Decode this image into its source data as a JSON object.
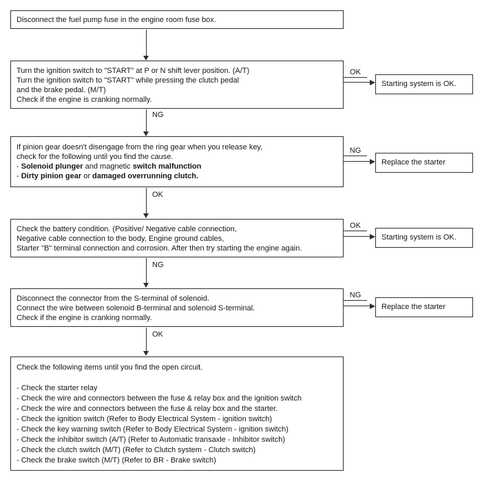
{
  "colors": {
    "border": "#2f2f2f",
    "text": "#161616",
    "background": "#ffffff"
  },
  "flow": {
    "step1": {
      "lines": [
        "Disconnect the fuel pump fuse in the engine room fuse box."
      ]
    },
    "step2": {
      "lines": [
        "Turn the ignition switch to \"START\" at P or N shift lever position. (A/T)",
        "Turn the ignition switch to \"START\" while pressing the clutch pedal",
        "and the brake pedal. (M/T)",
        "Check if the engine is cranking normally."
      ],
      "branch_label": "OK",
      "branch_result": "Starting system is OK.",
      "next_label": "NG"
    },
    "step3": {
      "lines": [
        "If pinion gear doesn't disengage from the ring gear when you release key,",
        "check for the following until you find the cause."
      ],
      "bold_lines": [
        {
          "pre": "- ",
          "bold1": "Solenoid plunger",
          "mid": " and magnetic ",
          "bold2": "switch malfunction"
        },
        {
          "pre": "- ",
          "bold1": "Dirty pinion gear",
          "mid": " or ",
          "bold2": "damaged overrunning clutch."
        }
      ],
      "branch_label": "NG",
      "branch_result": "Replace the starter",
      "next_label": "OK"
    },
    "step4": {
      "lines": [
        "Check the battery condition. (Positive/ Negative cable connection,",
        "Negative cable connection to the body, Engine ground cables,",
        "Starter \"B\" terminal connection and corrosion. After then try starting the engine again."
      ],
      "branch_label": "OK",
      "branch_result": "Starting system is OK.",
      "next_label": "NG"
    },
    "step5": {
      "lines": [
        "Disconnect the connector from the S-terminal of solenoid.",
        "Connect the wire between solenoid B-terminal and solenoid S-terminal.",
        "Check if the engine is cranking normally."
      ],
      "branch_label": "NG",
      "branch_result": "Replace the starter",
      "next_label": "OK"
    },
    "step6": {
      "lines": [
        "Check the following items until you find the open circuit.",
        "",
        "- Check the starter relay",
        "- Check the wire and connectors between the fuse & relay box and the ignition switch",
        "- Check the wire and connectors between the fuse & relay box and the starter.",
        "- Check the ignition switch (Refer to Body Electrical System - ignition switch)",
        "- Check the key warning switch (Refer to Body Electrical System - ignition switch)",
        "- Check the inhibitor switch (A/T) (Refer to Automatic transaxle - Inhibitor switch)",
        "- Check the clutch switch (M/T) (Refer to Clutch system - Clutch switch)",
        "- Check the brake switch (M/T) (Refer to BR - Brake switch)"
      ]
    }
  }
}
